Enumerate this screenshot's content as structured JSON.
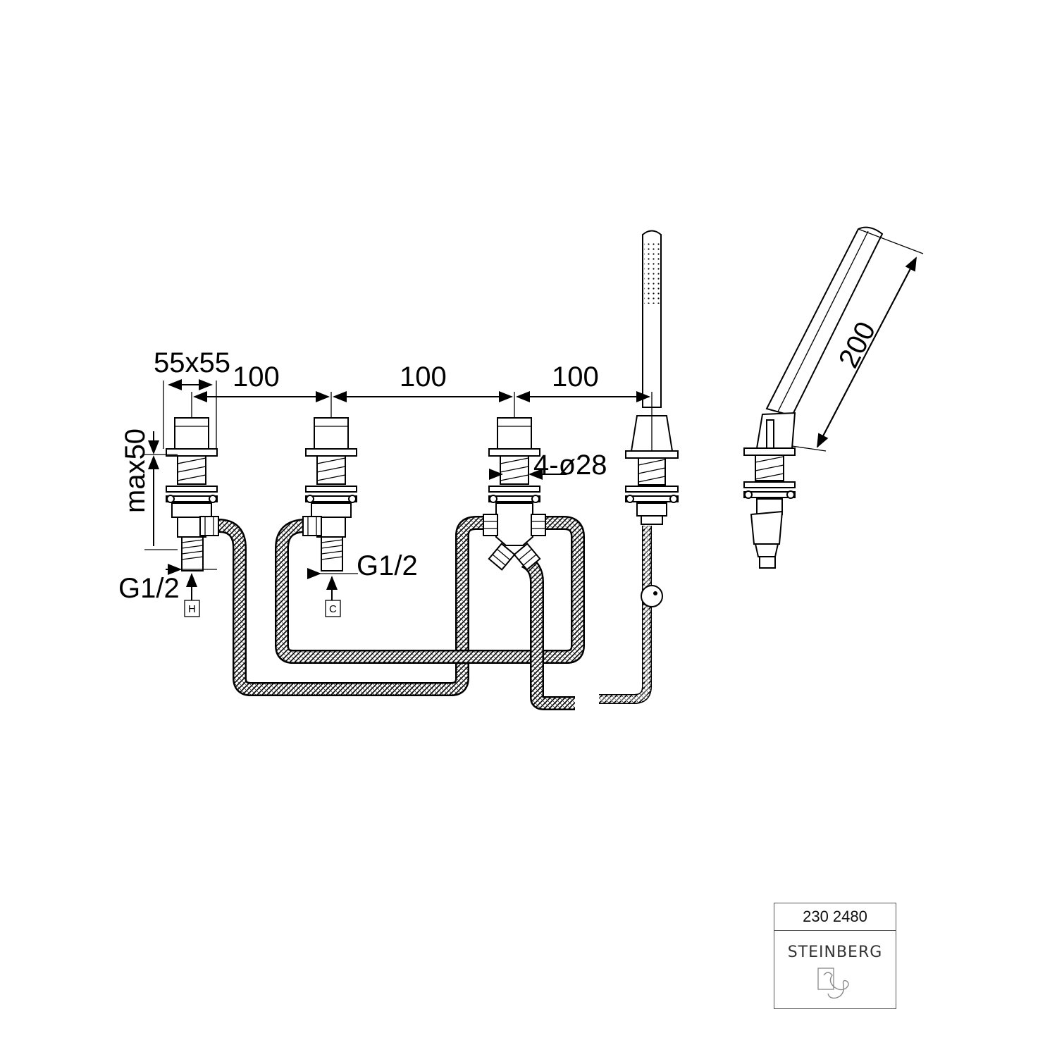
{
  "dimensions": {
    "square": "55x55",
    "spacing_1": "100",
    "spacing_2": "100",
    "spacing_3": "100",
    "height": "max50",
    "holes": "4-ø28",
    "thread_hot": "G1/2",
    "thread_cold": "G1/2",
    "handshower_length": "200"
  },
  "connections": {
    "hot_label": "H",
    "cold_label": "C"
  },
  "title_block": {
    "code": "230 2480",
    "brand": "STEINBERG"
  }
}
